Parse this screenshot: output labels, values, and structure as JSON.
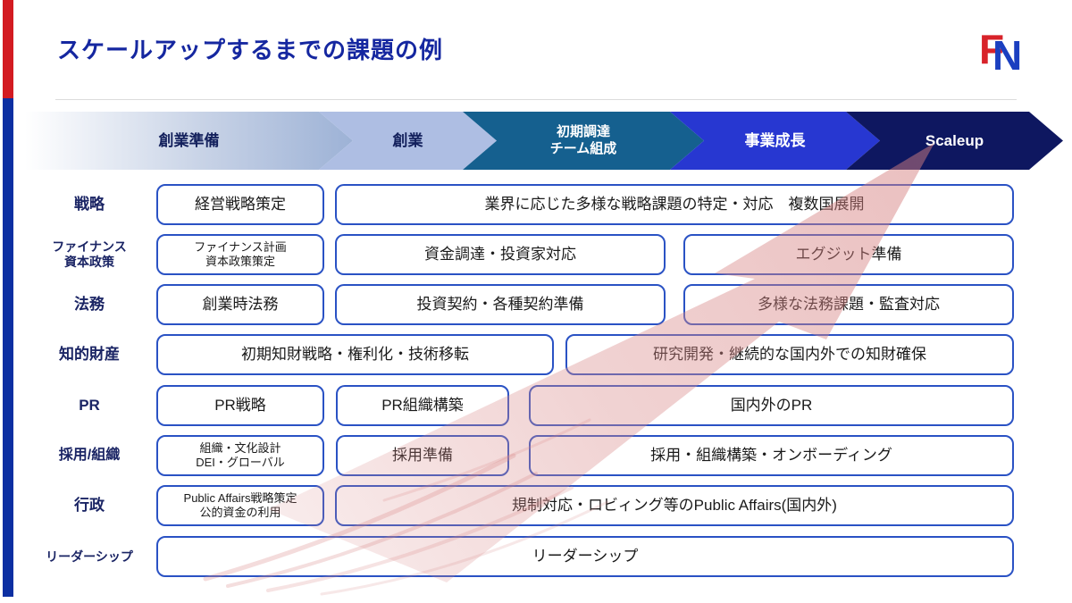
{
  "title": "スケールアップするまでの課題の例",
  "logo": {
    "letter_f": "F",
    "letter_n": "N"
  },
  "colors": {
    "accent_red": "#d31b22",
    "accent_blue": "#0c2fa2",
    "title_blue": "#1527a0",
    "box_border": "#2a52c4",
    "chevron_light": "#aebee3",
    "chevron_teal": "#15608f",
    "chevron_royal": "#2737d1",
    "chevron_navy": "#0e1760",
    "arrow_pink": "#d98a8a"
  },
  "timeline": [
    {
      "label": "創業準備"
    },
    {
      "label": "創業"
    },
    {
      "lines": [
        "初期調達",
        "チーム組成"
      ]
    },
    {
      "label": "事業成長"
    },
    {
      "label": "Scaleup"
    }
  ],
  "rows": [
    {
      "category": "戦略",
      "boxes": [
        {
          "text": "経営戦略策定"
        },
        {
          "text": "業界に応じた多様な戦略課題の特定・対応　複数国展開"
        }
      ]
    },
    {
      "category_lines": [
        "ファイナンス",
        "資本政策"
      ],
      "boxes": [
        {
          "lines": [
            "ファイナンス計画",
            "資本政策策定"
          ]
        },
        {
          "text": "資金調達・投資家対応"
        },
        {
          "text": "エグジット準備"
        }
      ]
    },
    {
      "category": "法務",
      "boxes": [
        {
          "text": "創業時法務"
        },
        {
          "text": "投資契約・各種契約準備"
        },
        {
          "text": "多様な法務課題・監査対応"
        }
      ]
    },
    {
      "category": "知的財産",
      "boxes": [
        {
          "text": "初期知財戦略・権利化・技術移転"
        },
        {
          "text": "研究開発・継続的な国内外での知財確保"
        }
      ]
    },
    {
      "category": "PR",
      "boxes": [
        {
          "text": "PR戦略"
        },
        {
          "text": "PR組織構築"
        },
        {
          "text": "国内外のPR"
        }
      ]
    },
    {
      "category": "採用/組織",
      "boxes": [
        {
          "lines": [
            "組織・文化設計",
            "DEI・グローバル"
          ]
        },
        {
          "text": "採用準備"
        },
        {
          "text": "採用・組織構築・オンボーディング"
        }
      ]
    },
    {
      "category": "行政",
      "boxes": [
        {
          "lines": [
            "Public Affairs戦略策定",
            "公的資金の利用"
          ]
        },
        {
          "text": "規制対応・ロビィング等のPublic Affairs(国内外)"
        }
      ]
    },
    {
      "category": "リーダーシップ",
      "boxes": [
        {
          "text": "リーダーシップ"
        }
      ]
    }
  ]
}
